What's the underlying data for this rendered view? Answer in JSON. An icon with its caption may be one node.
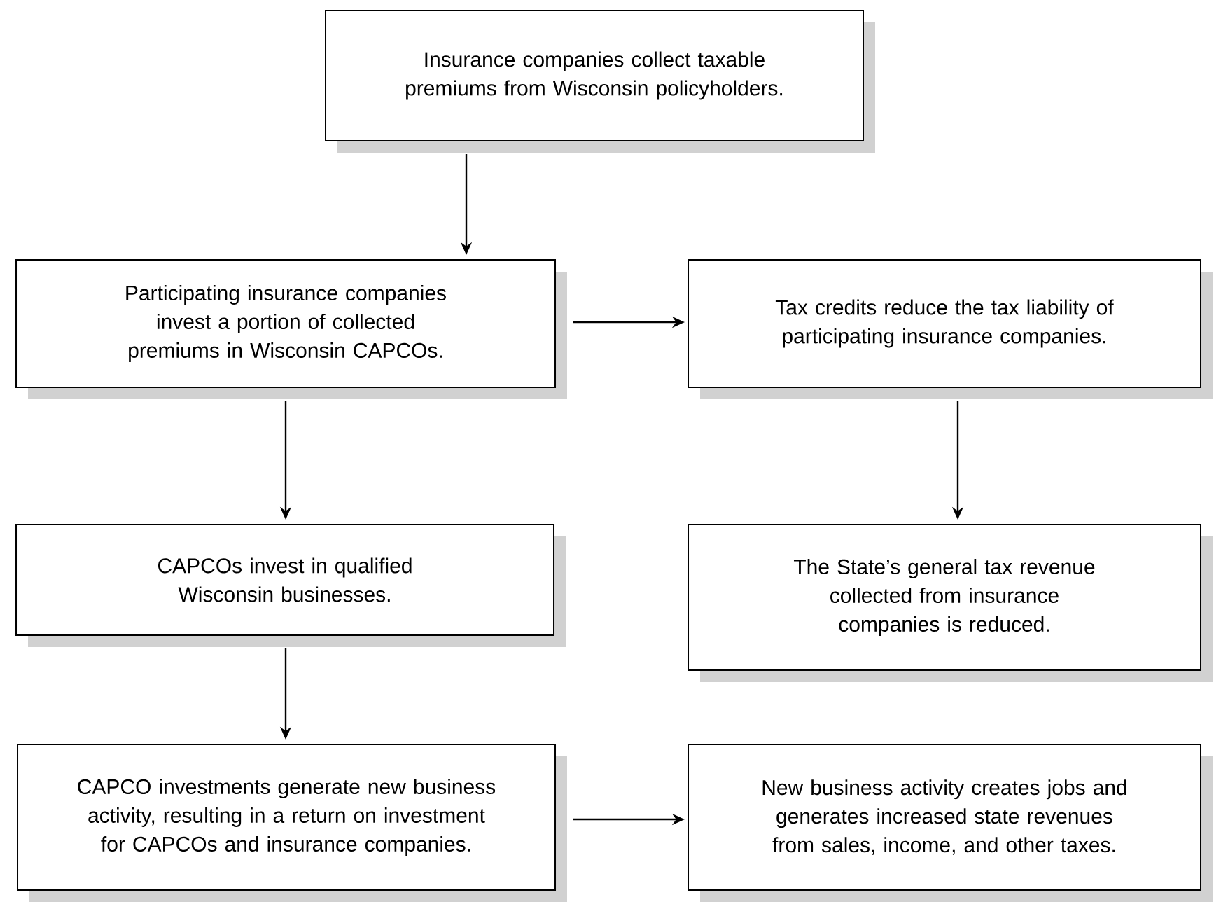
{
  "diagram": {
    "nodes": [
      {
        "text": [
          "Insurance companies collect taxable premiums from Wisconsin policyholders."
        ]
      },
      {
        "text": [
          "Participating insurance companies invest a portion of collected premiums in Wisconsin CAPCOs."
        ]
      },
      {
        "text": [
          "Tax credits reduce the tax liability of participating insurance companies."
        ]
      },
      {
        "text": [
          "CAPCOs invest in qualified Wisconsin businesses."
        ]
      },
      {
        "text": [
          "The State’s general tax revenue collected from insurance companies is reduced."
        ]
      },
      {
        "text": [
          "CAPCO investments generate new business activity, resulting in a return on investment for CAPCOs and insurance companies."
        ]
      },
      {
        "text": [
          "New business activity creates jobs and generates increased state revenues from sales, income, and other taxes."
        ]
      }
    ],
    "edges": [
      {
        "from": 0,
        "to": 1,
        "arrow": "to"
      },
      {
        "from": 1,
        "to": 2,
        "arrow": "to"
      },
      {
        "from": 1,
        "to": 3,
        "arrow": "to"
      },
      {
        "from": 2,
        "to": 4,
        "arrow": "to"
      },
      {
        "from": 3,
        "to": 5,
        "arrow": "to"
      },
      {
        "from": 5,
        "to": 6,
        "arrow": "to"
      }
    ]
  }
}
